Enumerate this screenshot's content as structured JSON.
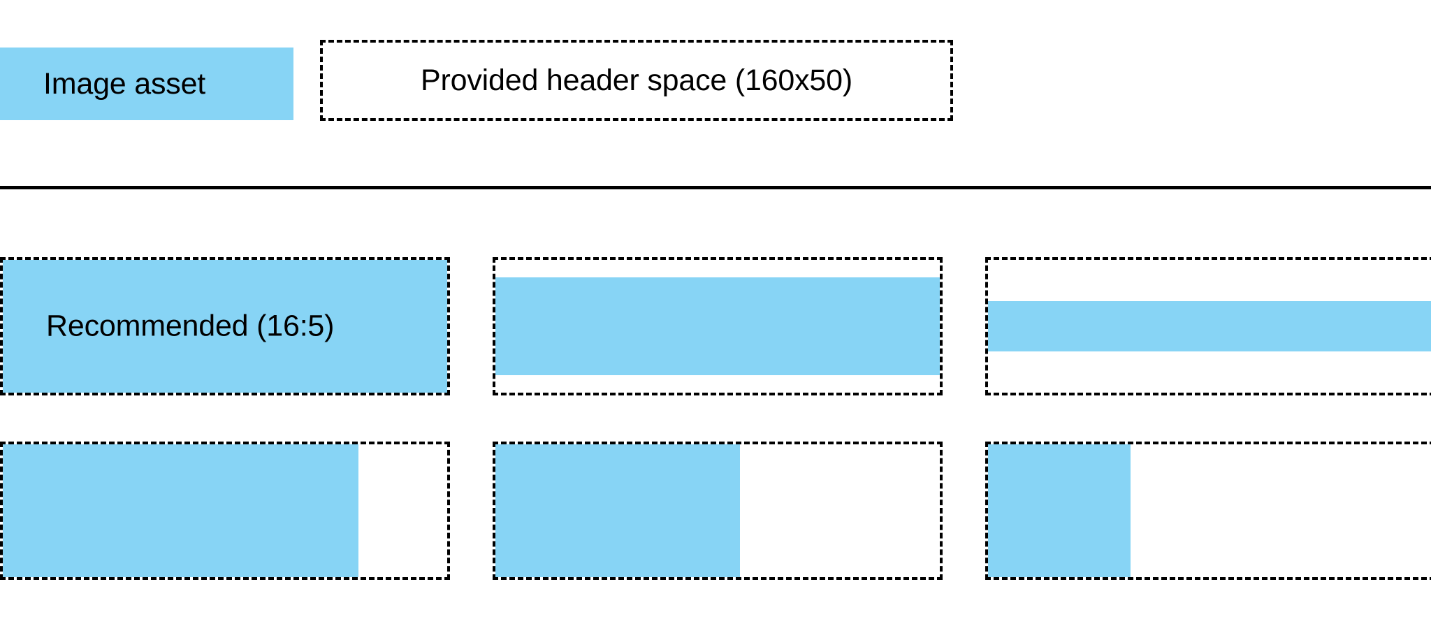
{
  "colors": {
    "asset_fill": "#87d4f5",
    "outline": "#000000",
    "background": "#ffffff",
    "divider": "#000000"
  },
  "legend": {
    "asset_label": "Image asset",
    "space_label": "Provided header space (160x50)",
    "space_dimensions": "160x50"
  },
  "grid": {
    "rows": [
      {
        "name": "fit-width-row",
        "tiles": [
          {
            "name": "recommended-ratio-tile",
            "label": "Recommended (16:5)",
            "fill": {
              "left_pct": 0,
              "top_pct": 0,
              "width_pct": 100,
              "height_pct": 100
            }
          },
          {
            "name": "shorter-asset-tile",
            "label": "",
            "fill": {
              "left_pct": 0,
              "top_pct": 13,
              "width_pct": 100,
              "height_pct": 74
            }
          },
          {
            "name": "shortest-asset-tile",
            "label": "",
            "fill": {
              "left_pct": 0,
              "top_pct": 31,
              "width_pct": 100,
              "height_pct": 38
            }
          }
        ]
      },
      {
        "name": "fit-height-row",
        "tiles": [
          {
            "name": "narrow-asset-tile-1",
            "label": "",
            "fill": {
              "left_pct": 0,
              "top_pct": 0,
              "width_pct": 80,
              "height_pct": 100
            }
          },
          {
            "name": "narrow-asset-tile-2",
            "label": "",
            "fill": {
              "left_pct": 0,
              "top_pct": 0,
              "width_pct": 55,
              "height_pct": 100
            }
          },
          {
            "name": "narrow-asset-tile-3",
            "label": "",
            "fill": {
              "left_pct": 0,
              "top_pct": 0,
              "width_pct": 32,
              "height_pct": 100
            }
          }
        ]
      }
    ]
  }
}
